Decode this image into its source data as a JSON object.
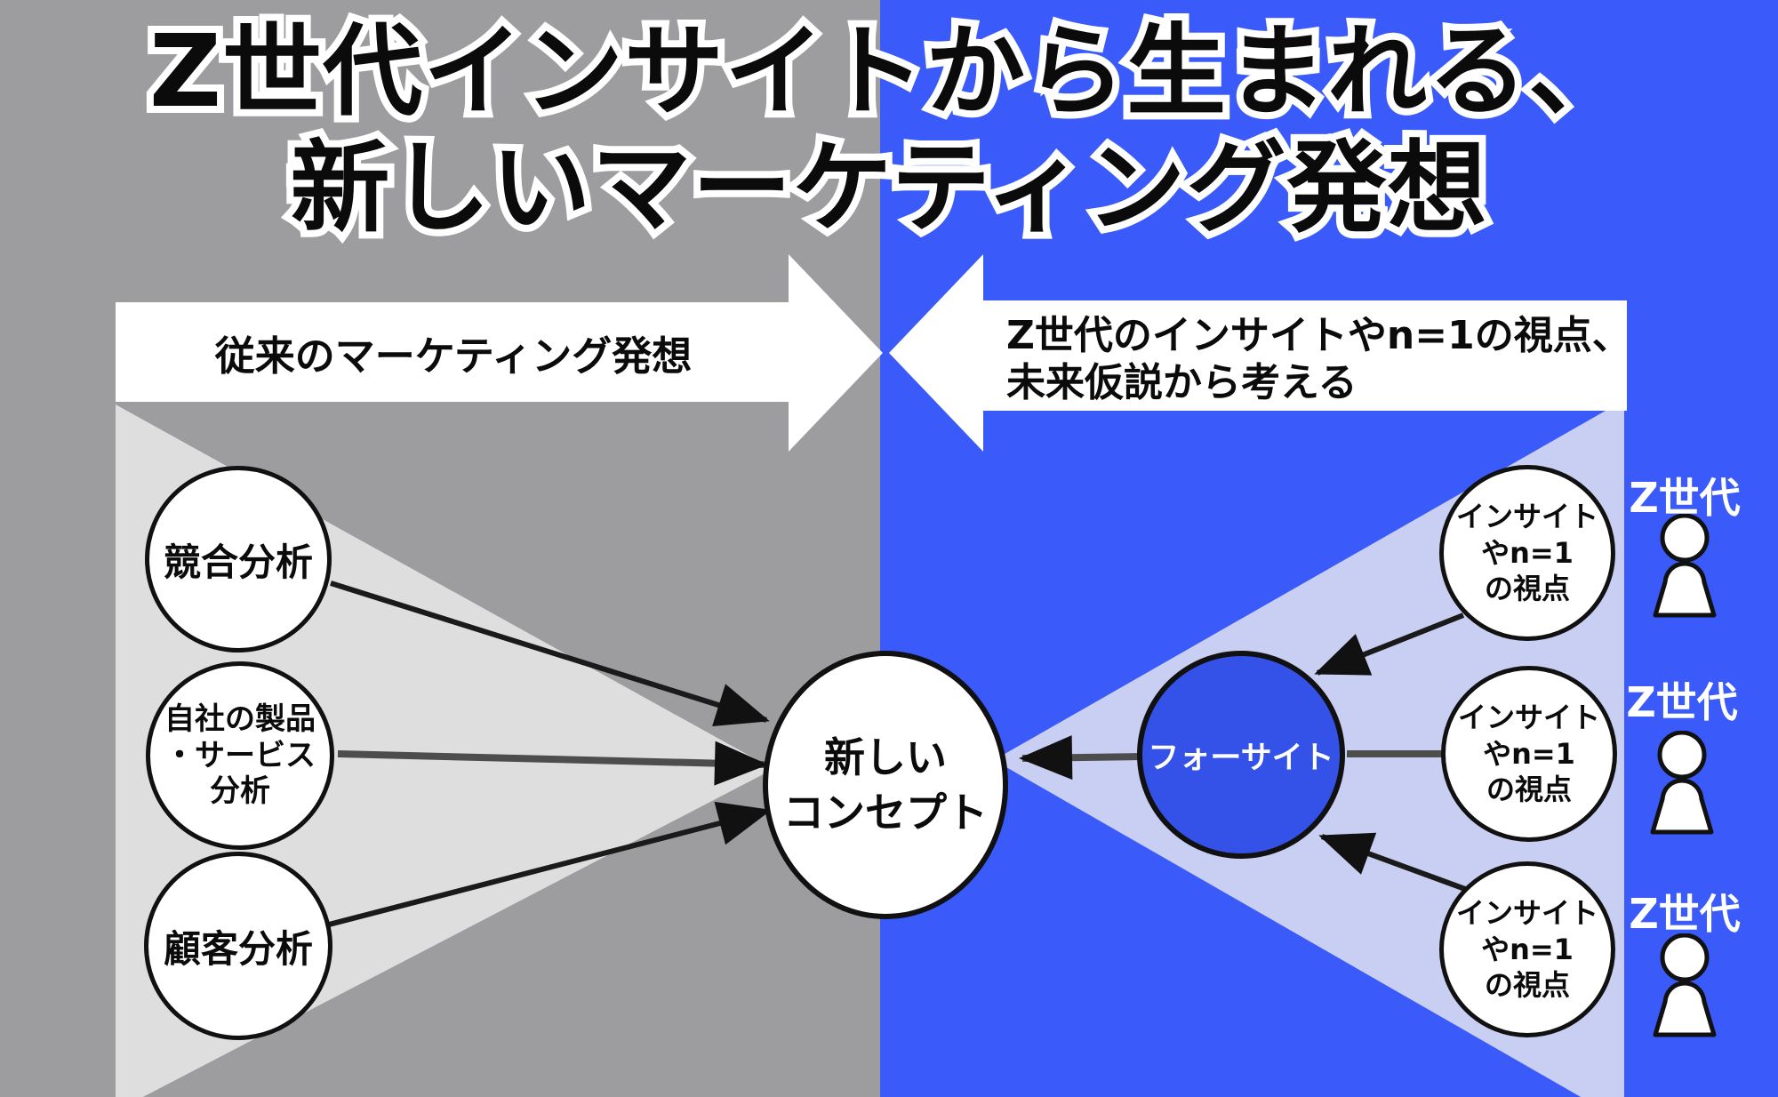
{
  "title": {
    "line1": "Z世代インサイトから生まれる、",
    "line2": "新しいマーケティング発想"
  },
  "left_side": {
    "arrow_label": "従来のマーケティング発想",
    "circle_competitor": "競合分析",
    "circle_own_product": {
      "line1": "自社の製品",
      "line2": "・サービス",
      "line3": "分析"
    },
    "circle_customer": "顧客分析"
  },
  "center": {
    "concept_line1": "新しい",
    "concept_line2": "コンセプト"
  },
  "right_side": {
    "arrow_label_line1": "Z世代のインサイトやn=1の視点、",
    "arrow_label_line2": "未来仮説から考える",
    "foresight": "フォーサイト",
    "insight_circle": {
      "line1": "インサイト",
      "line2": "やn=1",
      "line3": "の視点"
    },
    "genz_label": "Z世代"
  },
  "colors": {
    "left_background": "#9D9DA0",
    "left_funnel": "#DEDEDE",
    "right_background": "#3A5BFA",
    "right_funnel": "#C9CFF2",
    "foresight_circle": "#3552E8",
    "arrow_white": "#FFFFFF",
    "text_black": "#0B0B0B",
    "genz_text": "#FFFFFF"
  }
}
